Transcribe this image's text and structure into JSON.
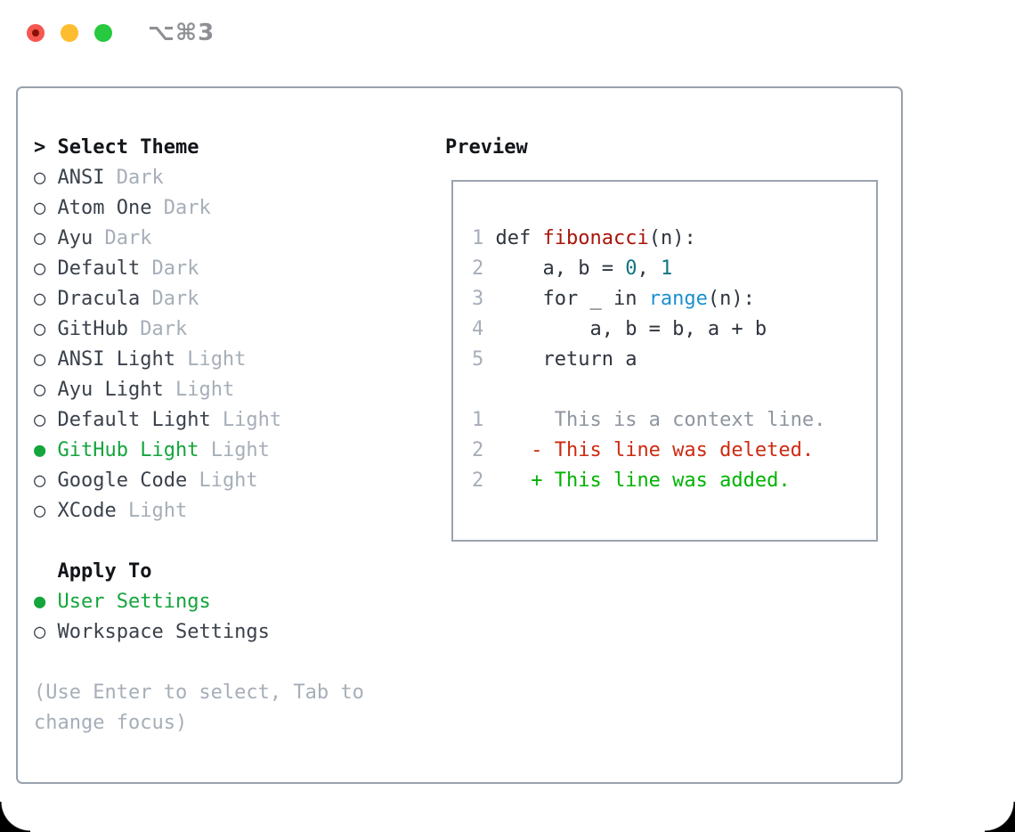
{
  "window": {
    "title": "⌥⌘3",
    "controls": {
      "close": "close",
      "minimize": "minimize",
      "zoom": "zoom"
    }
  },
  "picker": {
    "prompt": "> ",
    "title": "Select Theme",
    "icons": {
      "radio_empty": "○",
      "radio_selected": "●"
    },
    "themes": [
      {
        "name": "ANSI",
        "variant": "Dark",
        "selected": false
      },
      {
        "name": "Atom One",
        "variant": "Dark",
        "selected": false
      },
      {
        "name": "Ayu",
        "variant": "Dark",
        "selected": false
      },
      {
        "name": "Default",
        "variant": "Dark",
        "selected": false
      },
      {
        "name": "Dracula",
        "variant": "Dark",
        "selected": false
      },
      {
        "name": "GitHub",
        "variant": "Dark",
        "selected": false
      },
      {
        "name": "ANSI Light",
        "variant": "Light",
        "selected": false
      },
      {
        "name": "Ayu Light",
        "variant": "Light",
        "selected": false
      },
      {
        "name": "Default Light",
        "variant": "Light",
        "selected": false
      },
      {
        "name": "GitHub Light",
        "variant": "Light",
        "selected": true
      },
      {
        "name": "Google Code",
        "variant": "Light",
        "selected": false
      },
      {
        "name": "XCode",
        "variant": "Light",
        "selected": false
      }
    ],
    "apply_to": {
      "title": "Apply To",
      "options": [
        {
          "name": "User Settings",
          "selected": true
        },
        {
          "name": "Workspace Settings",
          "selected": false
        }
      ]
    },
    "hint_lines": [
      "(Use Enter to select, Tab to",
      "change focus)"
    ]
  },
  "preview": {
    "title": "Preview",
    "code_lines": [
      {
        "ln": "1",
        "segments": [
          {
            "t": "def ",
            "c": "plain"
          },
          {
            "t": "fibonacci",
            "c": "def-name"
          },
          {
            "t": "(n):",
            "c": "plain"
          }
        ]
      },
      {
        "ln": "2",
        "segments": [
          {
            "t": "    a, b = ",
            "c": "plain"
          },
          {
            "t": "0",
            "c": "number"
          },
          {
            "t": ", ",
            "c": "plain"
          },
          {
            "t": "1",
            "c": "number"
          }
        ]
      },
      {
        "ln": "3",
        "segments": [
          {
            "t": "    for _ in ",
            "c": "plain"
          },
          {
            "t": "range",
            "c": "builtin"
          },
          {
            "t": "(n):",
            "c": "plain"
          }
        ]
      },
      {
        "ln": "4",
        "segments": [
          {
            "t": "        a, b = b, a + b",
            "c": "plain"
          }
        ]
      },
      {
        "ln": "5",
        "segments": [
          {
            "t": "    return a",
            "c": "plain"
          }
        ]
      },
      {
        "ln": "",
        "segments": []
      },
      {
        "ln": "1",
        "segments": [
          {
            "t": "     This is a context line.",
            "c": "context"
          }
        ]
      },
      {
        "ln": "2",
        "segments": [
          {
            "t": "   - This line was deleted.",
            "c": "deleted"
          }
        ]
      },
      {
        "ln": "2",
        "segments": [
          {
            "t": "   + This line was added.",
            "c": "added"
          }
        ]
      }
    ]
  },
  "colors": {
    "selected_green": "#14a53c",
    "added_green": "#00b303",
    "deleted_red": "#cd2a12",
    "function_red": "#a91408",
    "number_teal": "#0d7580",
    "builtin_blue": "#1b90cd",
    "muted_gray": "#a6aeb8",
    "panel_border": "#98a1ac"
  }
}
